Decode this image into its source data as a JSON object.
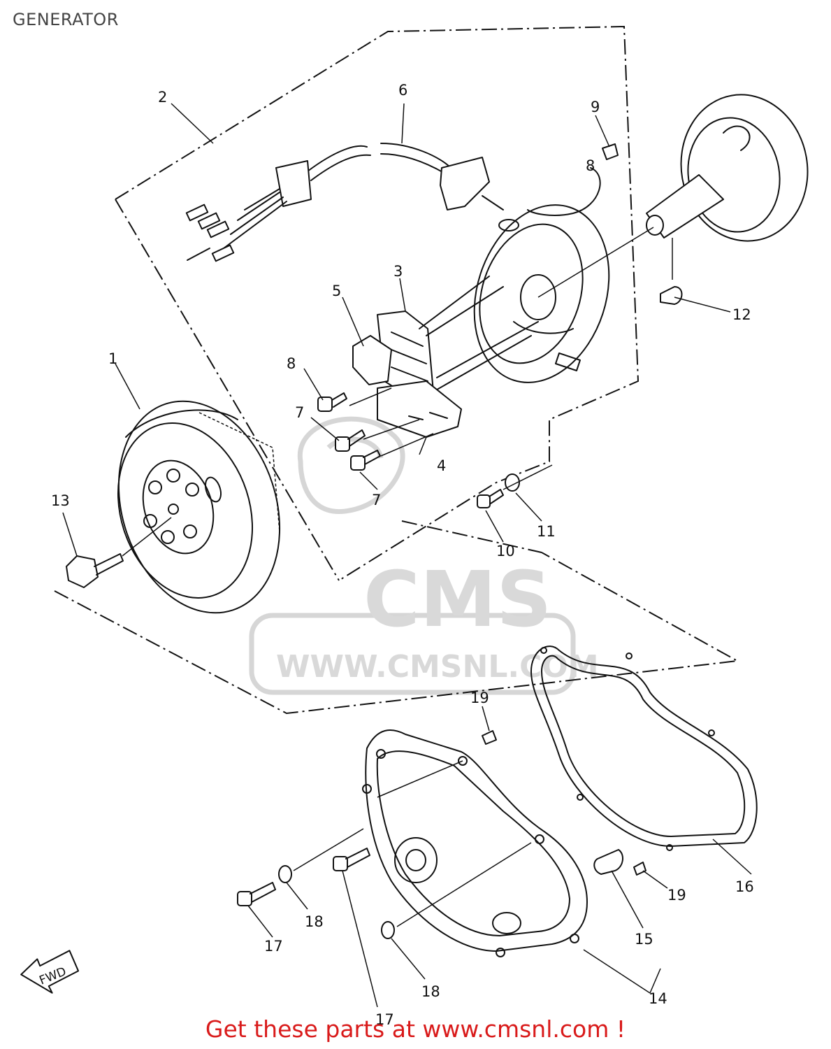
{
  "header": {
    "title": "GENERATOR"
  },
  "diagram": {
    "callouts": [
      {
        "id": "c1",
        "label": "1"
      },
      {
        "id": "c2",
        "label": "2"
      },
      {
        "id": "c3",
        "label": "3"
      },
      {
        "id": "c4",
        "label": "4"
      },
      {
        "id": "c5",
        "label": "5"
      },
      {
        "id": "c6",
        "label": "6"
      },
      {
        "id": "c7a",
        "label": "7"
      },
      {
        "id": "c7b",
        "label": "7"
      },
      {
        "id": "c8a",
        "label": "8"
      },
      {
        "id": "c8b",
        "label": "8"
      },
      {
        "id": "c9",
        "label": "9"
      },
      {
        "id": "c10",
        "label": "10"
      },
      {
        "id": "c11",
        "label": "11"
      },
      {
        "id": "c12",
        "label": "12"
      },
      {
        "id": "c13",
        "label": "13"
      },
      {
        "id": "c14",
        "label": "14"
      },
      {
        "id": "c15",
        "label": "15"
      },
      {
        "id": "c16",
        "label": "16"
      },
      {
        "id": "c17a",
        "label": "17"
      },
      {
        "id": "c17b",
        "label": "17"
      },
      {
        "id": "c18a",
        "label": "18"
      },
      {
        "id": "c18b",
        "label": "18"
      },
      {
        "id": "c19a",
        "label": "19"
      },
      {
        "id": "c19b",
        "label": "19"
      }
    ],
    "direction_marker": "FWD",
    "watermark": {
      "brand": "CMS",
      "url": "WWW.CMSNL.COM"
    }
  },
  "footer": {
    "link_text": "Get these parts at www.cmsnl.com !"
  },
  "colors": {
    "footer_text": "#d91a1a",
    "title_text": "#444444",
    "line_art": "#111111",
    "watermark": "#d9d9d9"
  }
}
